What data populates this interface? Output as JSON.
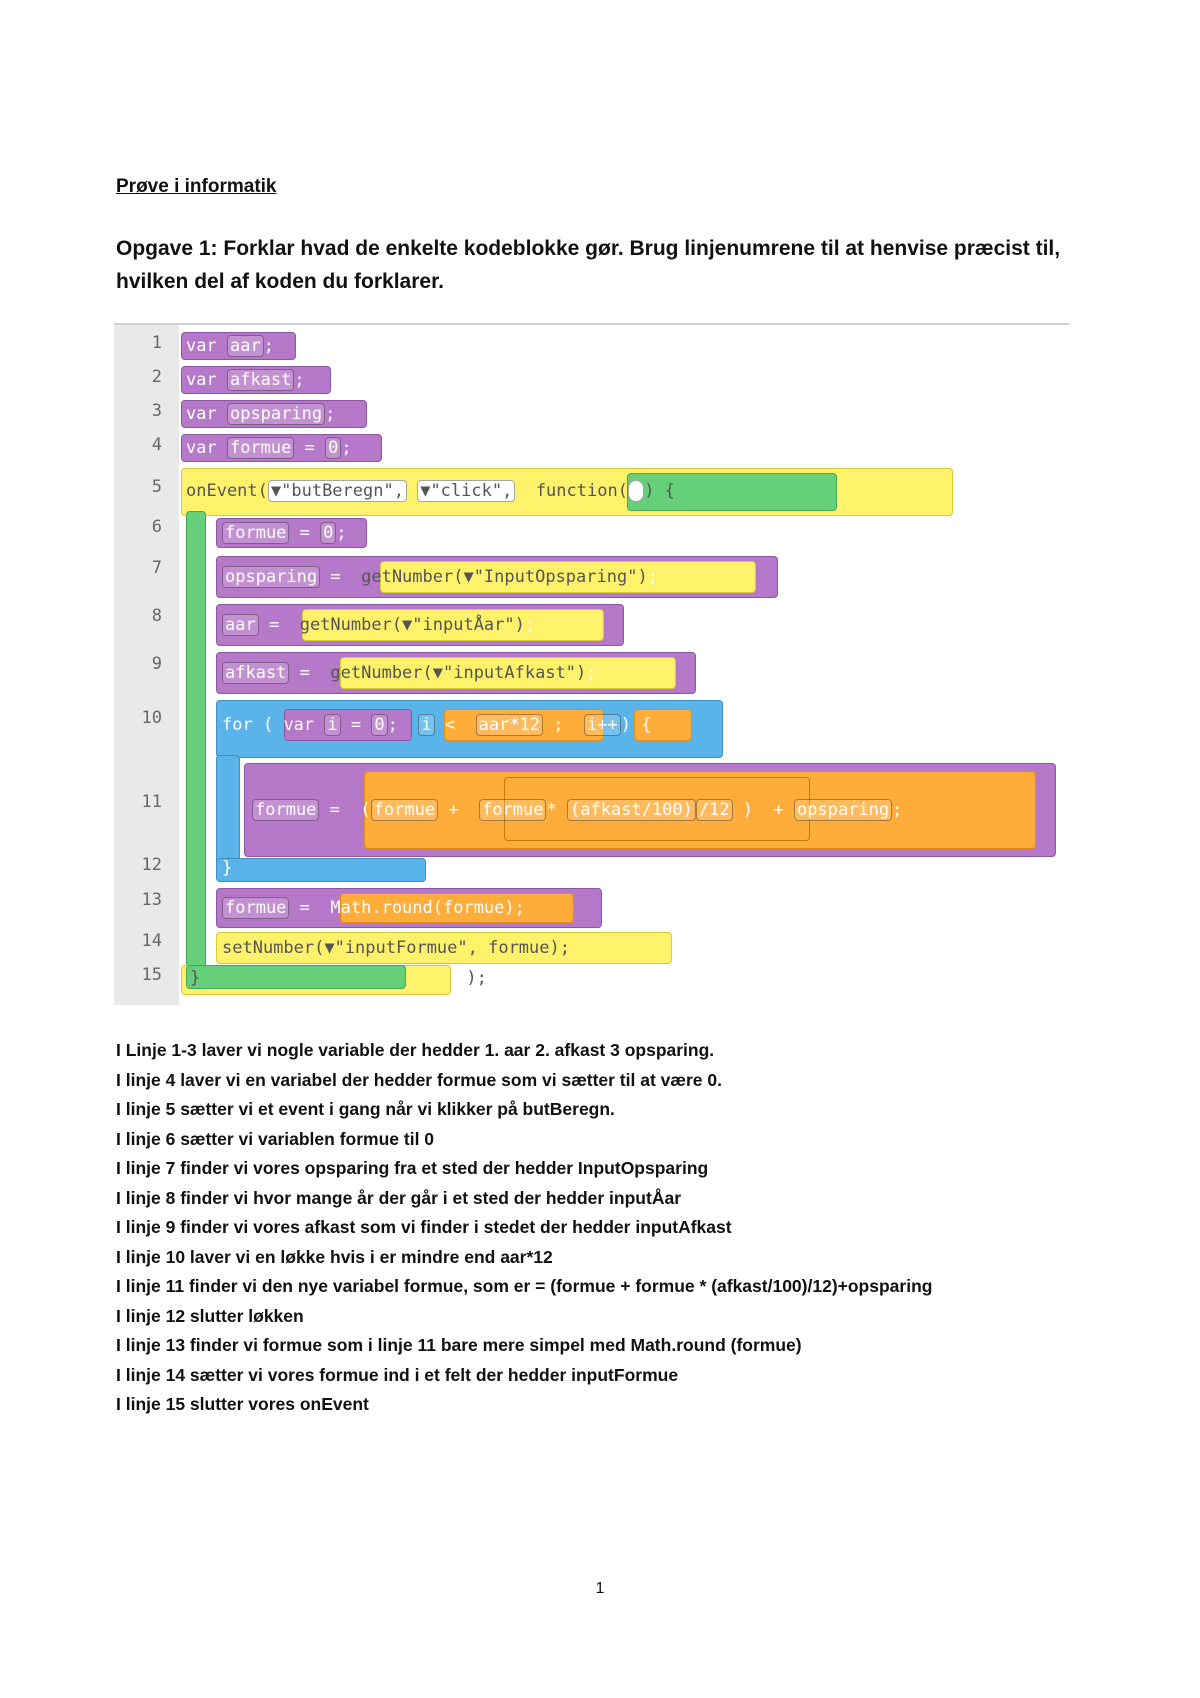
{
  "title": "Prøve i informatik",
  "task": "Opgave 1: Forklar hvad de enkelte kodeblokke gør. Brug linjenumrene til at henvise præcist til, hvilken del af koden du forklarer.",
  "code": {
    "line_numbers": [
      "1",
      "2",
      "3",
      "4",
      "5",
      "6",
      "7",
      "8",
      "9",
      "10",
      "11",
      "12",
      "13",
      "14",
      "15"
    ],
    "lines": {
      "l1_kw": "var",
      "l1_name": "aar",
      "l1_end": ";",
      "l2_kw": "var",
      "l2_name": "afkast",
      "l2_end": ";",
      "l3_kw": "var",
      "l3_name": "opsparing",
      "l3_end": ";",
      "l4_kw": "var",
      "l4_name": "formue",
      "l4_op": "=",
      "l4_val": "0",
      "l4_end": ";",
      "l5_func": "onEvent(",
      "l5_arg1": "▼\"butBeregn\",",
      "l5_arg2": "▼\"click\",",
      "l5_fn": "function(",
      "l5_fn_end": ") {",
      "l6_name": "formue",
      "l6_op": "=",
      "l6_val": "0",
      "l6_end": ";",
      "l7_name": "opsparing",
      "l7_op": "=",
      "l7_call": "getNumber(▼\"InputOpsparing\")",
      "l7_end": ";",
      "l8_name": "aar",
      "l8_op": "=",
      "l8_call": "getNumber(▼\"inputÅar\")",
      "l8_end": ";",
      "l9_name": "afkast",
      "l9_op": "=",
      "l9_call": "getNumber(▼\"inputAfkast\")",
      "l9_end": ";",
      "l10_for": "for (",
      "l10_init_kw": "var",
      "l10_init_i": "i",
      "l10_init_op": "=",
      "l10_init_val": "0",
      "l10_sep1": ";",
      "l10_cond_i": "i",
      "l10_cond_op": "<",
      "l10_cond_expr": "aar*12",
      "l10_sep2": ";",
      "l10_inc": "i++",
      "l10_end": ") {",
      "l11_name": "formue",
      "l11_op": "=",
      "l11_open": "(",
      "l11_a": "formue",
      "l11_plus": "+",
      "l11_b": "formue",
      "l11_mul": "*",
      "l11_c": "(afkast/100)",
      "l11_div": "/12",
      "l11_close": ")",
      "l11_plus2": "+",
      "l11_d": "opsparing",
      "l11_end": ";",
      "l12": "}",
      "l13_name": "formue",
      "l13_op": "=",
      "l13_call": "Math.round(formue)",
      "l13_end": ";",
      "l14": "setNumber(▼\"inputFormue\", formue);",
      "l15_a": "}",
      "l15_b": ");"
    }
  },
  "notes": [
    "I Linje 1-3 laver vi nogle variable der hedder 1. aar 2. afkast 3 opsparing.",
    "I linje 4 laver vi en variabel der hedder formue som vi sætter til at være 0.",
    "I linje 5 sætter vi et event i gang når vi klikker på butBeregn.",
    "I linje 6 sætter vi variablen formue til 0",
    "I linje 7 finder vi vores opsparing fra et sted der hedder InputOpsparing",
    "I linje 8 finder vi hvor mange år der går i et sted der hedder inputÅar",
    "I linje 9 finder vi vores afkast som vi finder i stedet der hedder inputAfkast",
    "I linje 10 laver vi en løkke hvis i er mindre end aar*12",
    "I linje 11 finder vi den nye variabel formue, som er = (formue + formue * (afkast/100)/12)+opsparing",
    "I linje 12 slutter løkken",
    "I linje 13 finder vi formue som i linje 11 bare mere simpel med Math.round (formue)",
    "I linje 14 sætter vi vores formue ind i et felt der hedder inputFormue",
    "I linje 15 slutter vores onEvent"
  ],
  "page_number": "1",
  "colors": {
    "variable_block": "#b679c9",
    "function_block": "#fff26b",
    "event_block": "#66cf7a",
    "loop_block": "#5ab4ea",
    "math_block": "#ffad3a",
    "gutter": "#e9e9e9"
  }
}
